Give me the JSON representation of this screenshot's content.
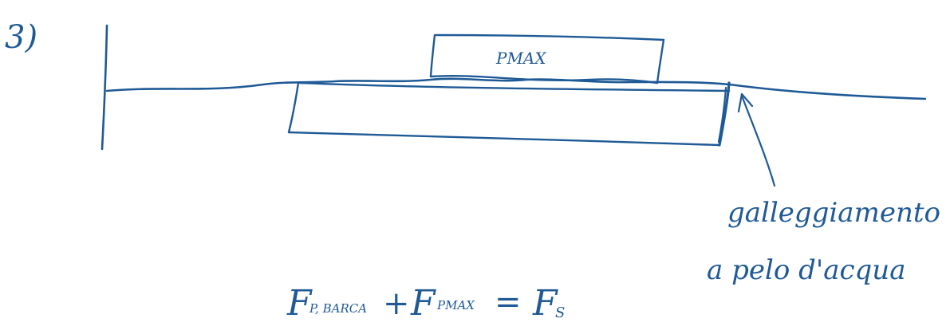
{
  "problem_number": "3)",
  "load_label": "PMAX",
  "floating_label_line1": "galleggiamento",
  "floating_label_line2": "a pelo d'acqua",
  "equation": {
    "term1": "F",
    "term1_sub": "P, BARCA",
    "plus": "+",
    "term2": "F",
    "term2_sub": "PMAX",
    "equals": "=",
    "term3": "F",
    "term3_sub": "S"
  },
  "ink_color": "#1f5a96"
}
